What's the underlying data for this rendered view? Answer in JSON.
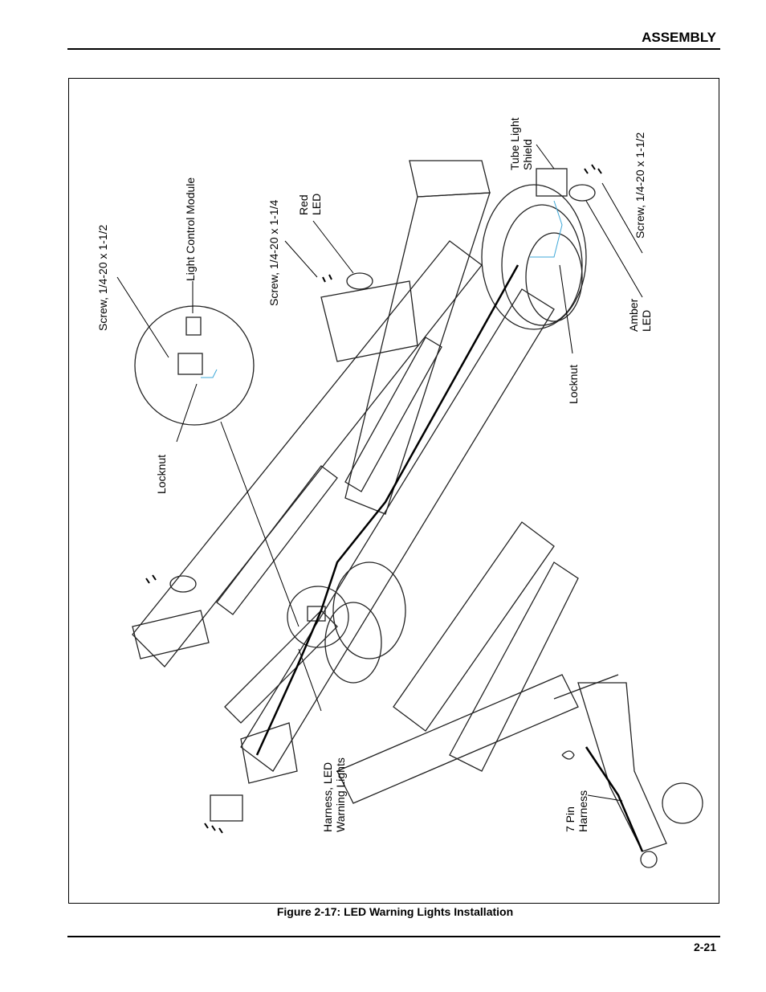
{
  "header": {
    "section": "ASSEMBLY"
  },
  "figure": {
    "caption": "Figure 2-17:  LED Warning Lights Installation",
    "callouts": {
      "screw_left": "Screw, 1/4-20 x 1-1/2",
      "light_control_module": "Light Control Module",
      "screw_middle": "Screw, 1/4-20 x 1-1/4",
      "red_led": "Red\nLED",
      "tube_light_shield": "Tube Light\nShield",
      "screw_right": "Screw, 1/4-20 x 1-1/2",
      "locknut_left": "Locknut",
      "locknut_right": "Locknut",
      "amber_led": "Amber\nLED",
      "harness_led": "Harness, LED\nWarning Lights",
      "seven_pin_harness": "7 Pin\nHarness"
    }
  },
  "footer": {
    "page_number": "2-21"
  }
}
